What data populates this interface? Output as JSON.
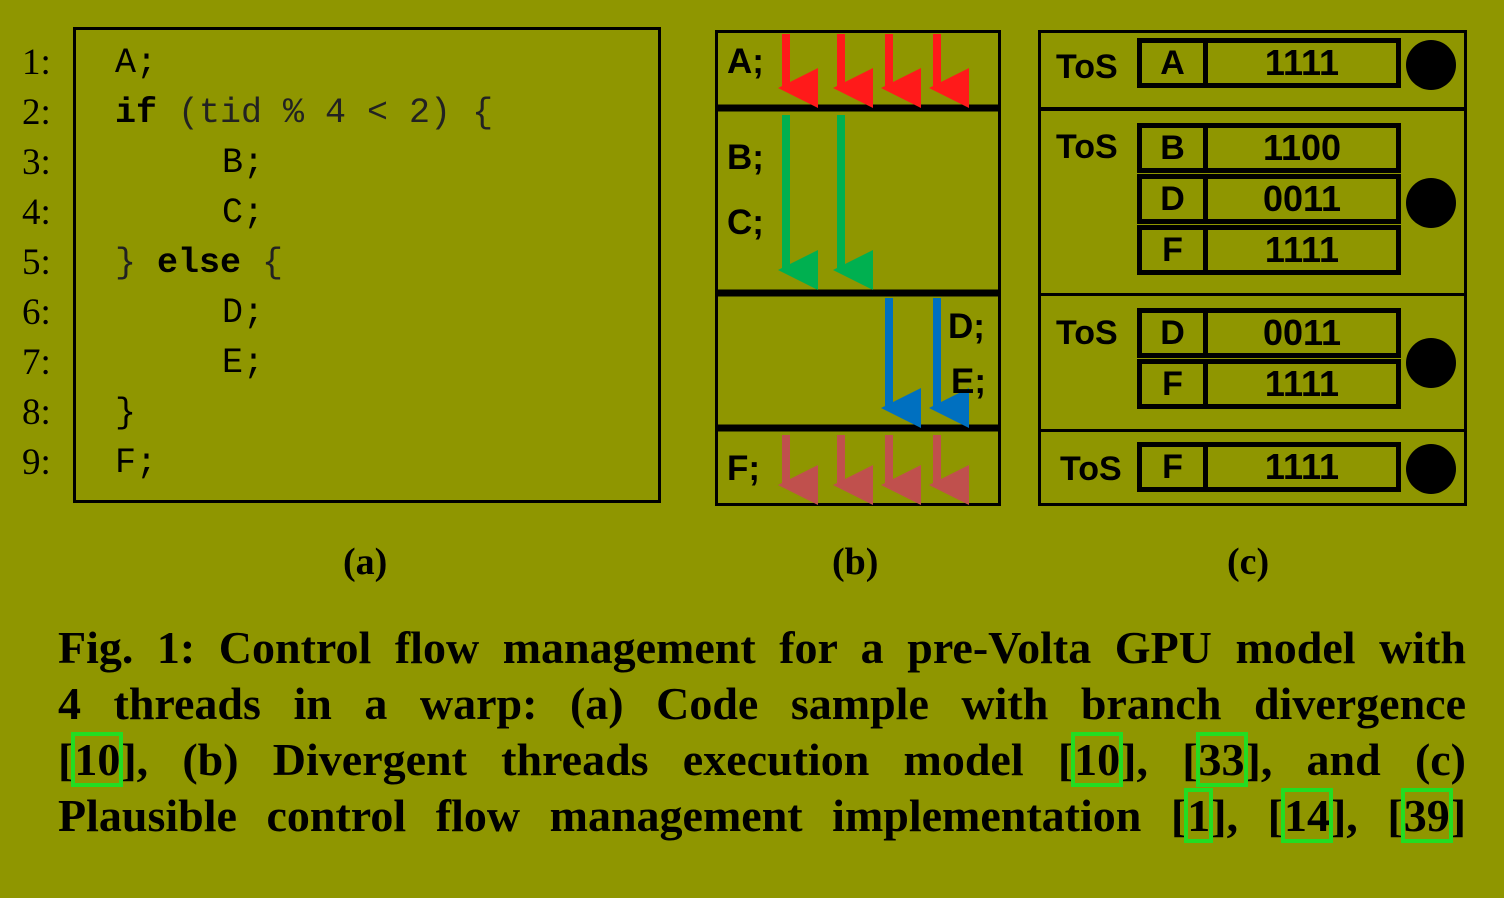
{
  "panel_a": {
    "line_numbers": [
      "1:",
      "2:",
      "3:",
      "4:",
      "5:",
      "6:",
      "7:",
      "8:",
      "9:"
    ],
    "code": {
      "l1": "A;",
      "l2_kw": "if",
      "l2_rest": " (tid % 4 < 2) {",
      "l3": "B;",
      "l4": "C;",
      "l5_open": "} ",
      "l5_kw": "else",
      "l5_close": " {",
      "l6": "D;",
      "l7": "E;",
      "l8": "}",
      "l9": "F;"
    }
  },
  "panel_b": {
    "labels": {
      "a": "A;",
      "b": "B;",
      "c": "C;",
      "d": "D;",
      "e": "E;",
      "f": "F;"
    },
    "colors": {
      "a": "#ff1a1a",
      "bc": "#00b050",
      "de": "#0070c0",
      "f": "#c0504d"
    }
  },
  "panel_c": {
    "tos_label": "ToS",
    "stacks": [
      {
        "entries": [
          {
            "pc": "A",
            "mask": "1111"
          }
        ]
      },
      {
        "entries": [
          {
            "pc": "B",
            "mask": "1100"
          },
          {
            "pc": "D",
            "mask": "0011"
          },
          {
            "pc": "F",
            "mask": "1111"
          }
        ]
      },
      {
        "entries": [
          {
            "pc": "D",
            "mask": "0011"
          },
          {
            "pc": "F",
            "mask": "1111"
          }
        ]
      },
      {
        "entries": [
          {
            "pc": "F",
            "mask": "1111"
          }
        ]
      }
    ]
  },
  "sublabels": {
    "a": "(a)",
    "b": "(b)",
    "c": "(c)"
  },
  "caption": {
    "l1": "Fig. 1: Control flow management for a pre-Volta GPU model with",
    "l2": "4 threads in a warp: (a) Code sample with branch divergence",
    "l3_a": "[",
    "l3_ref1": "10",
    "l3_b": "], (b) Divergent threads execution model [",
    "l3_ref2": "10",
    "l3_c": "], [",
    "l3_ref3": "33",
    "l3_d": "], and (c)",
    "l4_a": "Plausible control flow management implementation [",
    "l4_ref1": "1",
    "l4_b": "], [",
    "l4_ref2": "14",
    "l4_c": "], [",
    "l4_ref3": "39",
    "l4_d": "]"
  }
}
